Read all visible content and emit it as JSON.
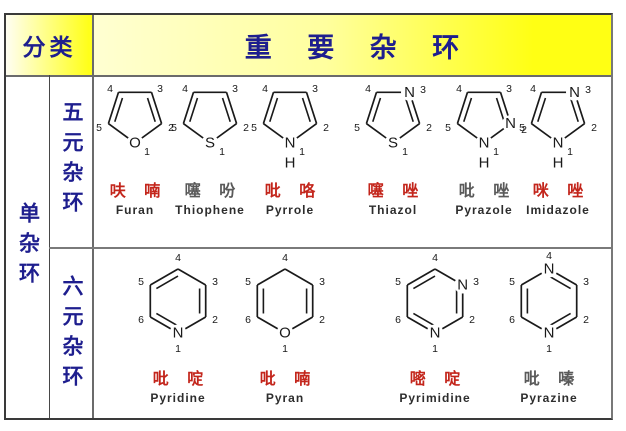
{
  "header": {
    "classification": "分类",
    "title": "重 要 杂 环"
  },
  "sidebar": {
    "group": "单杂环",
    "row_five": "五元杂环",
    "row_six": "六元杂环"
  },
  "colors": {
    "navy": "#1e1e8e",
    "name_red": "#c3251b",
    "name_gray": "#5a5a5a",
    "ink": "#1a1a1a",
    "yellow_bright": "#ffff1a",
    "yellow_pale": "#ffffd2"
  },
  "molecules": {
    "five": [
      {
        "id": "furan",
        "cn": "呋 喃",
        "en": "Furan",
        "cn_color": "red",
        "ring": "penta",
        "atoms": {
          "1": "O"
        },
        "h": false,
        "doubles": [
          "2-3",
          "4-5"
        ]
      },
      {
        "id": "thiophene",
        "cn": "噻 吩",
        "en": "Thiophene",
        "cn_color": "gray",
        "ring": "penta",
        "atoms": {
          "1": "S"
        },
        "h": false,
        "doubles": [
          "2-3",
          "4-5"
        ]
      },
      {
        "id": "pyrrole",
        "cn": "吡 咯",
        "en": "Pyrrole",
        "cn_color": "red",
        "ring": "penta",
        "atoms": {
          "1": "N"
        },
        "h": true,
        "doubles": [
          "2-3",
          "4-5"
        ]
      },
      {
        "id": "thiazol",
        "cn": "噻 唑",
        "en": "Thiazol",
        "cn_color": "red",
        "ring": "penta",
        "atoms": {
          "1": "S",
          "3": "N"
        },
        "h": false,
        "doubles": [
          "2-3",
          "4-5"
        ]
      },
      {
        "id": "pyrazole",
        "cn": "吡 唑",
        "en": "Pyrazole",
        "cn_color": "gray",
        "ring": "penta",
        "atoms": {
          "1": "N",
          "2": "N"
        },
        "h": true,
        "doubles": [
          "2-3",
          "4-5"
        ]
      },
      {
        "id": "imidazole",
        "cn": "咪 唑",
        "en": "Imidazole",
        "cn_color": "red",
        "ring": "penta",
        "atoms": {
          "1": "N",
          "3": "N"
        },
        "h": true,
        "doubles": [
          "2-3",
          "4-5"
        ]
      }
    ],
    "six": [
      {
        "id": "pyridine",
        "cn": "吡 啶",
        "en": "Pyridine",
        "cn_color": "red",
        "ring": "hexa",
        "atoms": {
          "1": "N"
        },
        "h": false,
        "doubles": [
          "2-3",
          "4-5",
          "6-1"
        ]
      },
      {
        "id": "pyran",
        "cn": "吡 喃",
        "en": "Pyran",
        "cn_color": "red",
        "ring": "hexa",
        "atoms": {
          "1": "O"
        },
        "h": false,
        "doubles": [
          "2-3",
          "5-6"
        ]
      },
      {
        "id": "pyrimidine",
        "cn": "嘧 啶",
        "en": "Pyrimidine",
        "cn_color": "red",
        "ring": "hexa",
        "atoms": {
          "1": "N",
          "3": "N"
        },
        "h": false,
        "doubles": [
          "2-3",
          "4-5",
          "6-1"
        ]
      },
      {
        "id": "pyrazine",
        "cn": "吡 嗪",
        "en": "Pyrazine",
        "cn_color": "gray",
        "ring": "hexa",
        "atoms": {
          "1": "N",
          "4": "N"
        },
        "h": false,
        "doubles": [
          "1-2",
          "3-4",
          "5-6"
        ]
      }
    ]
  }
}
